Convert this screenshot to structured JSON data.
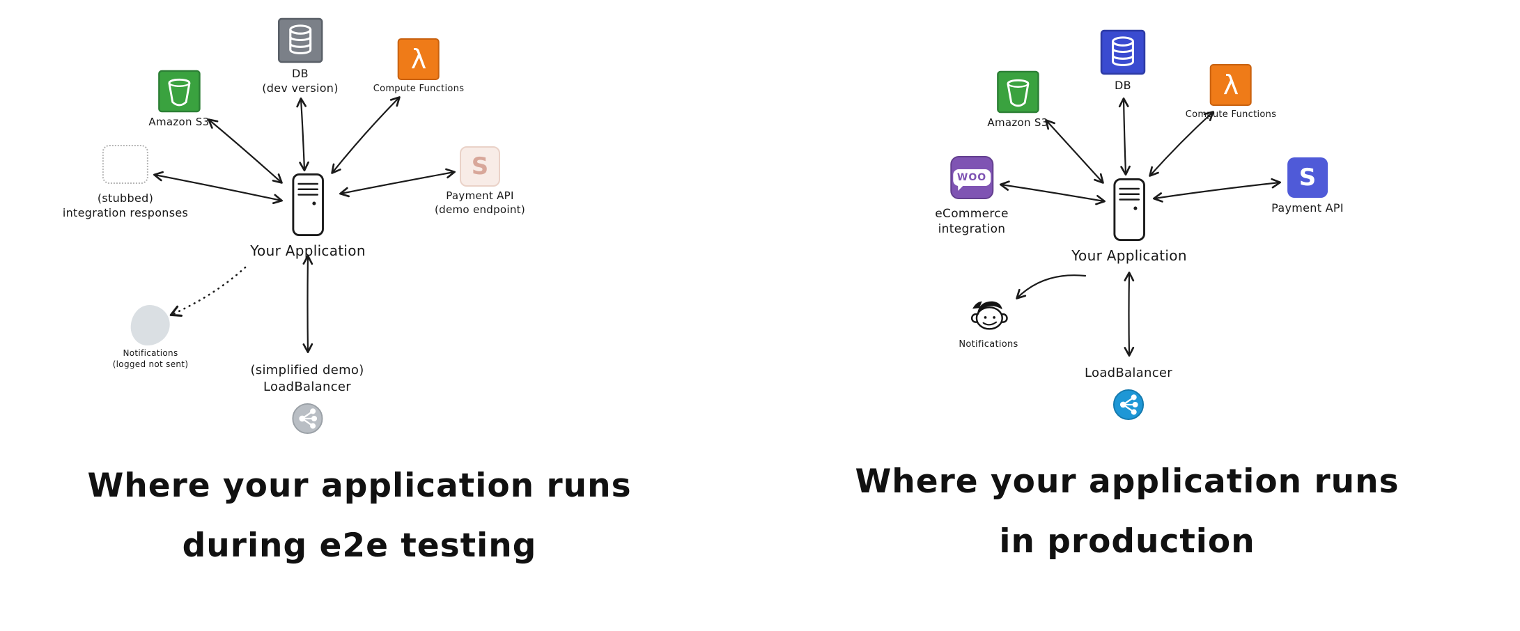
{
  "diagrams": [
    {
      "title_line1": "Where your application runs",
      "title_line2": "during e2e testing",
      "center_label": "Your Application",
      "nodes": {
        "s3": {
          "label": "Amazon S3"
        },
        "db": {
          "label": "DB",
          "sublabel": "(dev version)"
        },
        "lambda": {
          "label": "Compute Functions"
        },
        "payment": {
          "label": "Payment API",
          "sublabel": "(demo endpoint)"
        },
        "stubbed": {
          "label": "(stubbed)",
          "sublabel": "integration responses"
        },
        "notifications": {
          "label": "Notifications",
          "sublabel": "(logged not sent)"
        },
        "loadbalancer": {
          "label": "(simplified demo)",
          "sublabel": "LoadBalancer"
        }
      }
    },
    {
      "title_line1": "Where your application runs",
      "title_line2": "in production",
      "center_label": "Your Application",
      "nodes": {
        "s3": {
          "label": "Amazon S3"
        },
        "db": {
          "label": "DB"
        },
        "lambda": {
          "label": "Compute Functions"
        },
        "payment": {
          "label": "Payment API"
        },
        "ecommerce": {
          "label": "eCommerce",
          "sublabel": "integration"
        },
        "notifications": {
          "label": "Notifications"
        },
        "loadbalancer": {
          "label": "LoadBalancer"
        }
      }
    }
  ],
  "icons": {
    "lambda_glyph": "λ",
    "stripe_letter": "S",
    "woo_text": "WOO"
  },
  "colors": {
    "s3_green": "#3aa23f",
    "db_gray": "#7b8088",
    "db_blue": "#3a4bd0",
    "lambda_orange": "#ef7b18",
    "stripe_blue": "#4f5ad8",
    "stripe_faded_bg": "#f8ece7",
    "woo_purple": "#7f54b3",
    "lb_gray": "#b9bec4",
    "lb_blue": "#1e97d6"
  }
}
